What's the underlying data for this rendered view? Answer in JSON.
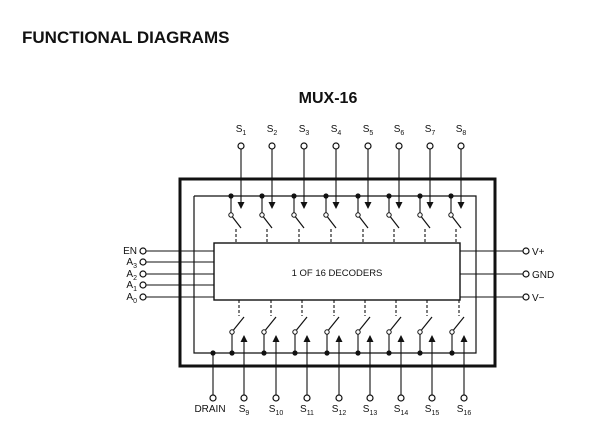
{
  "heading": "FUNCTIONAL DIAGRAMS",
  "device": "MUX-16",
  "decoder_label": "1 OF 16 DECODERS",
  "left_pins": [
    {
      "base": "EN",
      "sub": ""
    },
    {
      "base": "A",
      "sub": "3"
    },
    {
      "base": "A",
      "sub": "2"
    },
    {
      "base": "A",
      "sub": "1"
    },
    {
      "base": "A",
      "sub": "0"
    }
  ],
  "right_pins": [
    "V+",
    "GND",
    "V−"
  ],
  "top_pins": [
    {
      "base": "S",
      "sub": "1"
    },
    {
      "base": "S",
      "sub": "2"
    },
    {
      "base": "S",
      "sub": "3"
    },
    {
      "base": "S",
      "sub": "4"
    },
    {
      "base": "S",
      "sub": "5"
    },
    {
      "base": "S",
      "sub": "6"
    },
    {
      "base": "S",
      "sub": "7"
    },
    {
      "base": "S",
      "sub": "8"
    }
  ],
  "bottom_drain": "DRAIN",
  "bottom_pins": [
    {
      "base": "S",
      "sub": "9"
    },
    {
      "base": "S",
      "sub": "10"
    },
    {
      "base": "S",
      "sub": "11"
    },
    {
      "base": "S",
      "sub": "12"
    },
    {
      "base": "S",
      "sub": "13"
    },
    {
      "base": "S",
      "sub": "14"
    },
    {
      "base": "S",
      "sub": "15"
    },
    {
      "base": "S",
      "sub": "16"
    }
  ]
}
